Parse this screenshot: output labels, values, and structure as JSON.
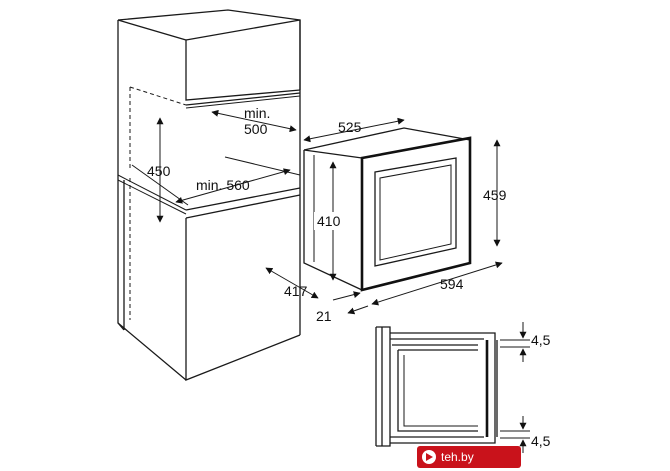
{
  "labels": {
    "min_label": "min.",
    "depth_min": "500",
    "width_min": "min. 560",
    "niche_height": "450",
    "appliance_depth": "525",
    "appliance_height": "459",
    "front_height": "410",
    "cabinet_depth": "417",
    "front_width": "594",
    "frame_offset": "21",
    "gap_top": "4,5",
    "gap_bottom": "4,5"
  },
  "watermark": {
    "text": "teh.by"
  },
  "colors": {
    "line": "#1a1a1a",
    "watermark_bg": "#c9121b"
  }
}
